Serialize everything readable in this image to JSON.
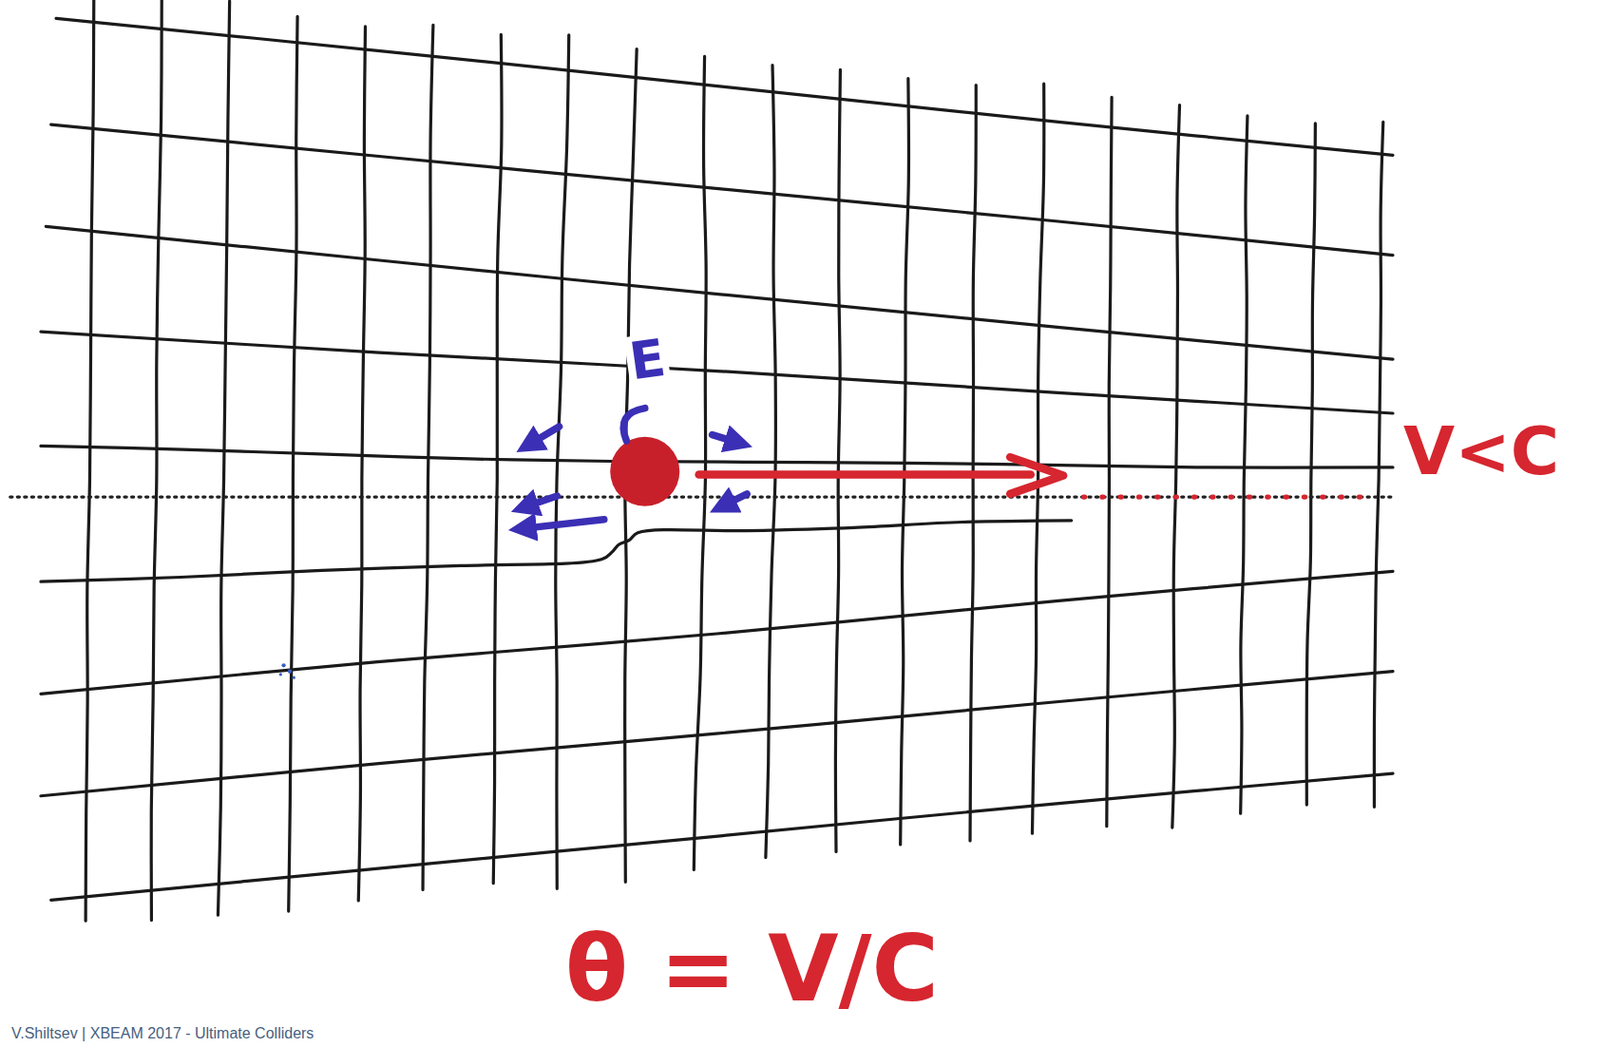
{
  "diagram": {
    "labels": [
      "E",
      "V<C",
      "θ = V/C",
      "V.Shiltsev | XBEAM 2017 - Ultimate Colliders"
    ]
  }
}
